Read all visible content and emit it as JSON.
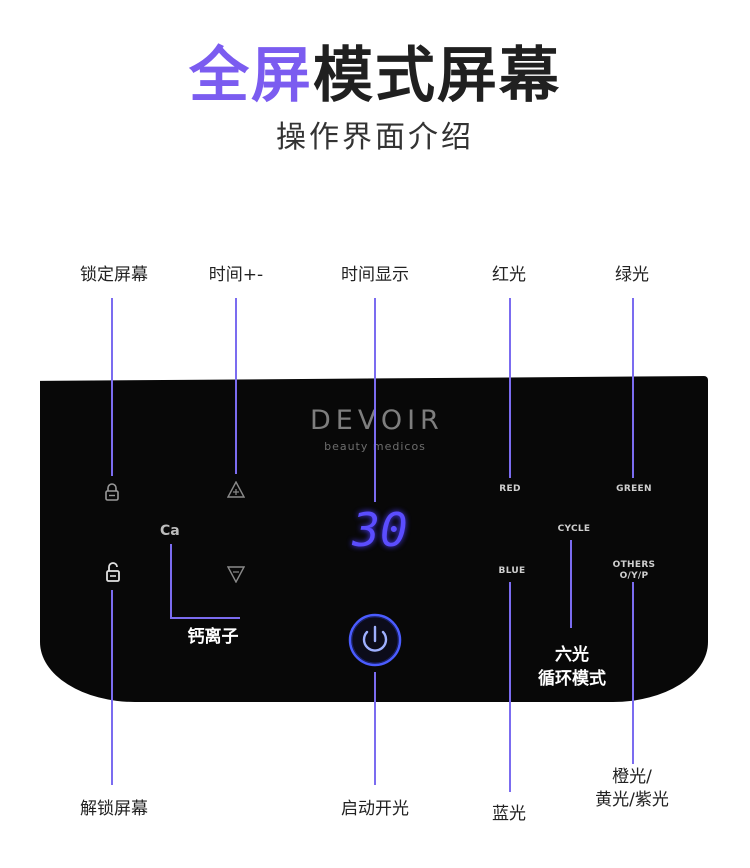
{
  "header": {
    "title_accent": "全屏",
    "title_rest": "模式屏幕",
    "subtitle": "操作界面介绍"
  },
  "callouts": {
    "lock_screen": "锁定屏幕",
    "time_adjust": "时间+-",
    "time_display": "时间显示",
    "red_light": "红光",
    "green_light": "绿光",
    "unlock_screen": "解锁屏幕",
    "power_switch": "启动开光",
    "blue_light": "蓝光",
    "orange_light": "橙光/",
    "yellow_purple_light": "黄光/紫光",
    "calcium_ion": "钙离子",
    "six_light_1": "六光",
    "six_light_2": "循环模式"
  },
  "panel": {
    "brand": "DEVOIR",
    "brand_sub": "beauty medicos",
    "display_value": "30",
    "ca_label": "Ca",
    "buttons": {
      "red": "RED",
      "green": "GREEN",
      "cycle": "CYCLE",
      "blue": "BLUE",
      "others_1": "OTHERS",
      "others_2": "O/Y/P"
    }
  },
  "colors": {
    "accent": "#7b5cf0",
    "line": "#7b6cf0",
    "display": "#5b4dff",
    "panel": "#080808"
  },
  "icons": [
    "lock-icon",
    "unlock-icon",
    "plus-triangle-icon",
    "minus-triangle-icon",
    "power-icon"
  ]
}
